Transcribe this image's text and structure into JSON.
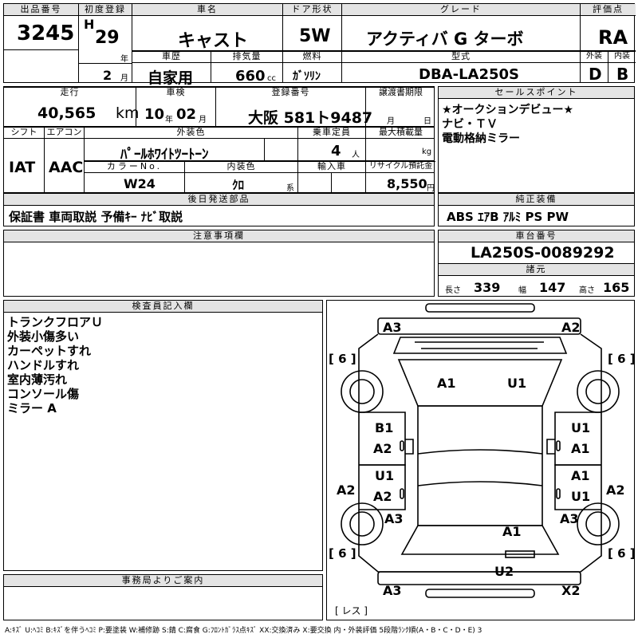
{
  "row1": {
    "lot_label": "出品番号",
    "lot_no": "3245",
    "first_reg_label": "初度登録",
    "era": "H",
    "year": "29",
    "year_unit": "年",
    "month": "2",
    "month_unit": "月",
    "car_name_label": "車名",
    "car_name": "キャスト",
    "history_label": "車歴",
    "history": "自家用",
    "displacement_label": "排気量",
    "displacement": "660",
    "cc": "cc",
    "doors_label": "ドア形状",
    "doors": "5W",
    "fuel_label": "燃料",
    "fuel": "ｶﾞｿﾘﾝ",
    "grade_label": "グレード",
    "grade": "アクティバ G ターボ",
    "model_label": "型式",
    "model": "DBA-LA250S",
    "score_label": "評価点",
    "score": "RA",
    "ext_label": "外装",
    "ext": "D",
    "int_label": "内装",
    "int": "B"
  },
  "row2": {
    "mileage_label": "走行",
    "mileage": "40,565",
    "km": "km",
    "inspection_label": "車検",
    "insp_year": "10",
    "insp_year_unit": "年",
    "insp_month": "02",
    "insp_month_unit": "月",
    "plate_label": "登録番号",
    "plate": "大阪 581ト9487",
    "transfer_label": "譲渡書期限",
    "transfer_month": "月",
    "transfer_day": "日",
    "shift_label": "シフト",
    "shift": "IAT",
    "ac_label": "エアコン",
    "ac": "AAC",
    "color_label": "外装色",
    "color": "ﾊﾟｰﾙﾎﾜｲﾄﾂｰﾄｰﾝ",
    "capacity_label": "乗車定員",
    "capacity": "4",
    "capacity_unit": "人",
    "load_label": "最大積載量",
    "load_unit": "kg",
    "color_no_label": "カラーNo.",
    "color_no": "W24",
    "interior_label": "内装色",
    "interior": "ｸﾛ",
    "interior_unit": "系",
    "import_label": "輸入車",
    "recycle_label": "リサイクル預託金",
    "recycle": "8,550",
    "yen": "円"
  },
  "sales": {
    "label": "セールスポイント",
    "items": [
      "★オークションデビュー★",
      "ナビ・ＴＶ",
      "電動格納ミラー"
    ]
  },
  "later": {
    "label": "後日発送部品",
    "text": "保証書 車両取説 予備ｷｰ ﾅﾋﾞ取説"
  },
  "equip": {
    "label": "純正装備",
    "text": "ABS ｴｱB ｱﾙﾐ PS PW"
  },
  "notes": {
    "label": "注意事項欄"
  },
  "chassis": {
    "label": "車台番号",
    "number": "LA250S-0089292",
    "specs_label": "諸元",
    "length_label": "長さ",
    "length": "339",
    "width_label": "幅",
    "width": "147",
    "height_label": "高さ",
    "height": "165"
  },
  "inspector": {
    "label": "検査員記入欄",
    "lines": [
      "トランクフロアＵ",
      "外装小傷多い",
      "カーペットすれ",
      "ハンドルすれ",
      "室内薄汚れ",
      "コンソール傷",
      "ミラー A"
    ]
  },
  "office": {
    "label": "事務局よりご案内"
  },
  "diagram": {
    "tire_depth": "[ 6 ]",
    "marks": {
      "front_left": "A3",
      "front_right": "A2",
      "hood_left": "A1",
      "hood_right": "U1",
      "front_door_left_top": "B1",
      "front_door_left_bottom": "A2",
      "front_door_right_top": "U1",
      "front_door_right_bottom": "A1",
      "rear_door_left_top": "U1",
      "rear_door_left_bottom": "A2",
      "rear_door_right_top": "A1",
      "rear_door_right_bottom": "U1",
      "left_side": "A2",
      "right_side": "A2",
      "rear_left_fender": "A3",
      "rear_right_fender": "A3",
      "roof_rear": "A1",
      "trunk": "U2",
      "rear_left": "A3",
      "rear_right": "X2"
    },
    "footer_label": "[ レス ]"
  },
  "legend": "A:ｷｽﾞ U:ﾍｺﾐ B:ｷｽﾞを伴うﾍｺﾐ P:要塗装 W:補修跡 S:錆 C:腐食 G:ﾌﾛﾝﾄｶﾞﾗｽ点ｷｽﾞ XX:交換済み X:要交換 内・外装評価 5段階ﾗﾝｸ順(A・B・C・D・E) 3"
}
